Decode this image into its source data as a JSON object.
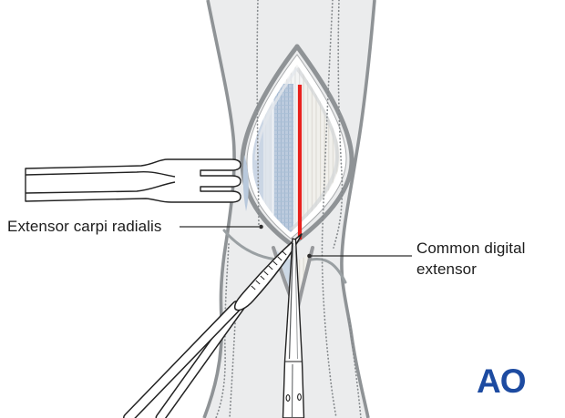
{
  "figure": {
    "labels": {
      "left": "Extensor carpi radialis",
      "right_line1": "Common digital",
      "right_line2": "extensor"
    },
    "logo": {
      "text": "AO",
      "color": "#1d4ba1"
    },
    "colors": {
      "incision_line": "#e8211d",
      "limb_fill": "#ebeced",
      "outline_gray": "#8f9396",
      "tendon_blue": "#bccbde",
      "label_text": "#1c1c1c"
    }
  }
}
